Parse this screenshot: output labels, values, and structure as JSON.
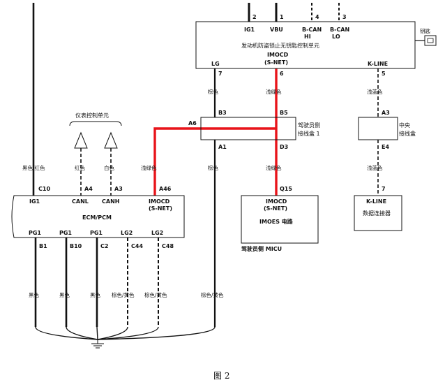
{
  "caption": "图 2",
  "immobilizer_unit": {
    "name": "发动机防盗锁止无钥匙控制单元",
    "top_pins": [
      {
        "num": "2",
        "label": "IG1"
      },
      {
        "num": "1",
        "label": "VBU"
      },
      {
        "num": "4",
        "label": "B-CAN",
        "sub": "HI"
      },
      {
        "num": "3",
        "label": "B-CAN",
        "sub": "LO"
      }
    ],
    "bottom_labels": {
      "lg": "LG",
      "imocd": "IMOCD",
      "snet": "(S-NET)",
      "kline": "K-LINE"
    },
    "bottom_pins": {
      "lg": "7",
      "imocd": "6",
      "kline": "5"
    }
  },
  "key_label": "钥匙",
  "gauge_unit": "仪表控制单元",
  "driver_junction_box": {
    "name_line1": "驾驶员侧",
    "name_line2": "接线盒 1",
    "pins": {
      "a6": "A6",
      "b3": "B3",
      "b5": "B5",
      "a1": "A1",
      "d3": "D3"
    }
  },
  "central_junction_box": {
    "name_line1": "中央",
    "name_line2": "接线盒",
    "pins": {
      "a3": "A3",
      "e4": "E4"
    }
  },
  "ecm": {
    "name": "ECM/PCM",
    "top_pins": [
      {
        "num": "C10",
        "label": "IG1"
      },
      {
        "num": "A4",
        "label": "CANL"
      },
      {
        "num": "A3",
        "label": "CANH"
      },
      {
        "num": "A46",
        "label": "IMOCD",
        "sub": "(S-NET)"
      }
    ],
    "bottom_pins": [
      {
        "label": "PG1",
        "num": "B1"
      },
      {
        "label": "PG1",
        "num": "B10"
      },
      {
        "label": "PG1",
        "num": "C2"
      },
      {
        "label": "LG2",
        "num": "C44"
      },
      {
        "label": "LG2",
        "num": "C48"
      }
    ]
  },
  "micu": {
    "pin": "Q15",
    "label": "IMOCD",
    "sub": "(S-NET)",
    "circuit": "IMOES 电路",
    "name": "驾驶员侧 MICU"
  },
  "dlc": {
    "pin": "7",
    "label": "K-LINE",
    "name": "数据连接器"
  },
  "wire_colors": {
    "black_red": "黑色/红色",
    "red": "红色",
    "white": "白色",
    "light_green_ecm": "浅绿色",
    "brown_1": "棕色",
    "light_green_1": "浅绿色",
    "light_blue_1": "浅蓝色",
    "brown_2": "棕色",
    "light_green_2": "浅绿色",
    "light_blue_2": "浅蓝色",
    "ground": [
      "黑色",
      "黑色",
      "黑色",
      "棕色/黄色",
      "棕色/黄色",
      "棕色/黄色"
    ]
  },
  "colors": {
    "highlight": "#e8141a",
    "line": "#111111"
  }
}
